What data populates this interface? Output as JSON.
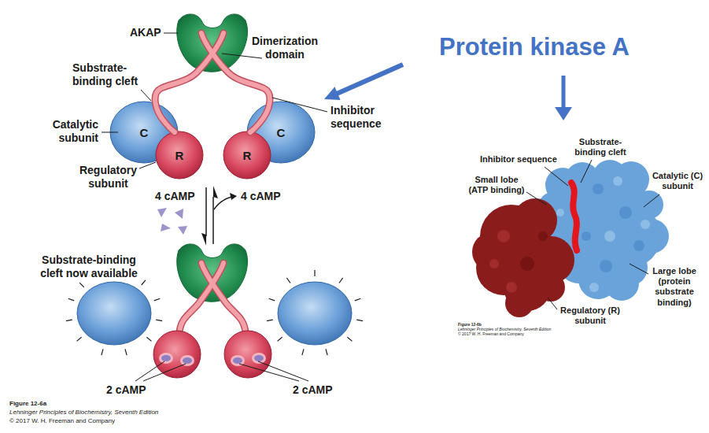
{
  "diagram": {
    "title": "Protein kinase A",
    "nodes": [
      {
        "text": [
          "C"
        ]
      },
      {
        "text": [
          "R"
        ]
      },
      {
        "text": [
          "R"
        ]
      },
      {
        "text": [
          "C"
        ]
      }
    ],
    "labels": [
      "AKAP",
      "Dimerization domain",
      "Substrate-binding cleft",
      "Catalytic subunit",
      "Inhibitor sequence",
      "Regulatory subunit",
      "4 cAMP",
      "4 cAMP",
      "Substrate-binding cleft now available",
      "2 cAMP",
      "2 cAMP",
      "Figure 12-6a",
      "Lehninger Principles of Biochemistry, Seventh Edition",
      "© 2017 W. H. Freeman and Company",
      "Inhibitor sequence",
      "Substrate-binding cleft",
      "Small lobe (ATP binding)",
      "Catalytic (C) subunit",
      "Large lobe (protein substrate binding)",
      "Regulatory (R) subunit",
      "Figure 12-6b",
      "Lehninger Principles of Biochemistry, Seventh Edition",
      "© 2017 W. H. Freeman and Company"
    ]
  }
}
